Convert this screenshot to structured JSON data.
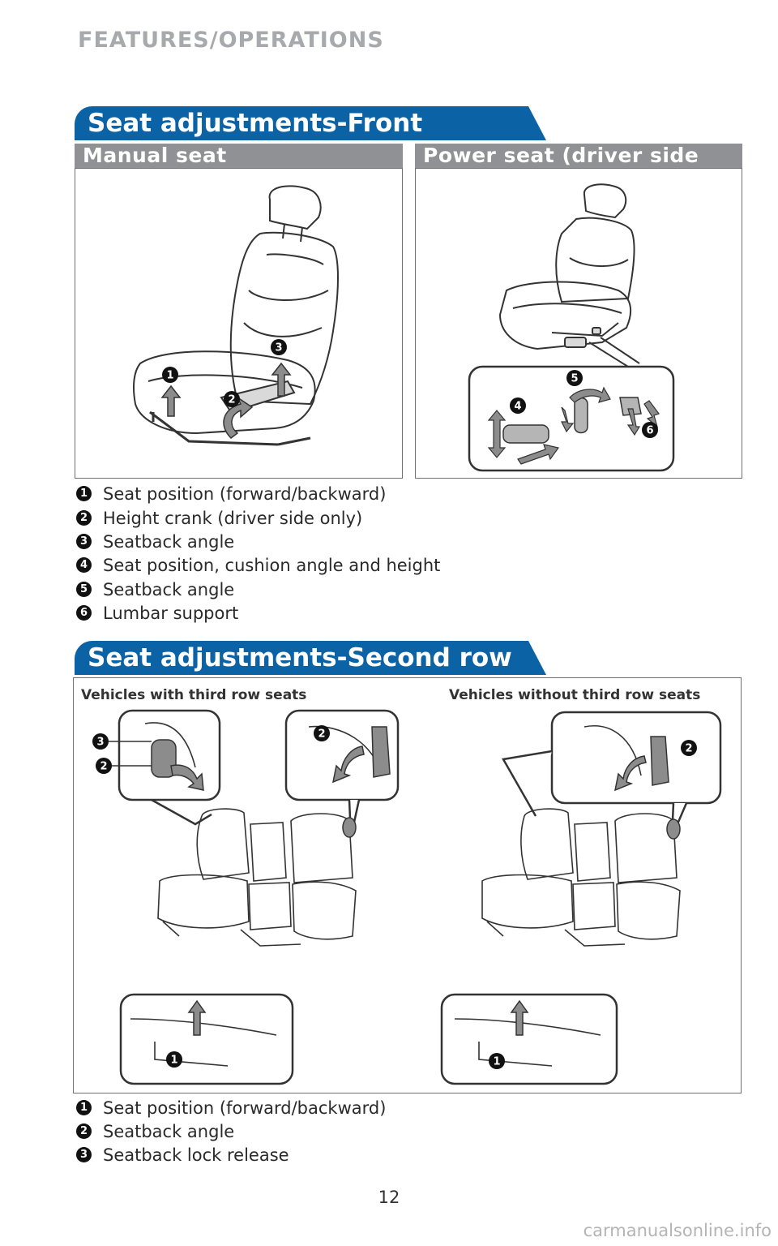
{
  "header": {
    "title": "FEATURES/OPERATIONS"
  },
  "front": {
    "banner": "Seat adjustments-Front",
    "manual_label": "Manual seat",
    "power_label": "Power seat (driver side only)",
    "legend": [
      {
        "n": "1",
        "text": "Seat position (forward/backward)"
      },
      {
        "n": "2",
        "text": "Height crank (driver side only)"
      },
      {
        "n": "3",
        "text": "Seatback angle"
      },
      {
        "n": "4",
        "text": "Seat position, cushion angle and height"
      },
      {
        "n": "5",
        "text": "Seatback angle"
      },
      {
        "n": "6",
        "text": "Lumbar support"
      }
    ]
  },
  "second": {
    "banner": "Seat adjustments-Second row seats",
    "caption_left": "Vehicles with third row seats",
    "caption_right": "Vehicles without third row seats",
    "legend": [
      {
        "n": "1",
        "text": "Seat position (forward/backward)"
      },
      {
        "n": "2",
        "text": "Seatback angle"
      },
      {
        "n": "3",
        "text": "Seatback lock release"
      }
    ]
  },
  "callouts": {
    "one": "1",
    "two": "2",
    "three": "3",
    "four": "4",
    "five": "5",
    "six": "6"
  },
  "footer": {
    "page_number": "12",
    "watermark": "carmanualsonline.info"
  },
  "colors": {
    "banner": "#0b63a6",
    "subbar": "#8f9194",
    "header": "#a7a9ac",
    "arrow": "#8c8c8c"
  }
}
